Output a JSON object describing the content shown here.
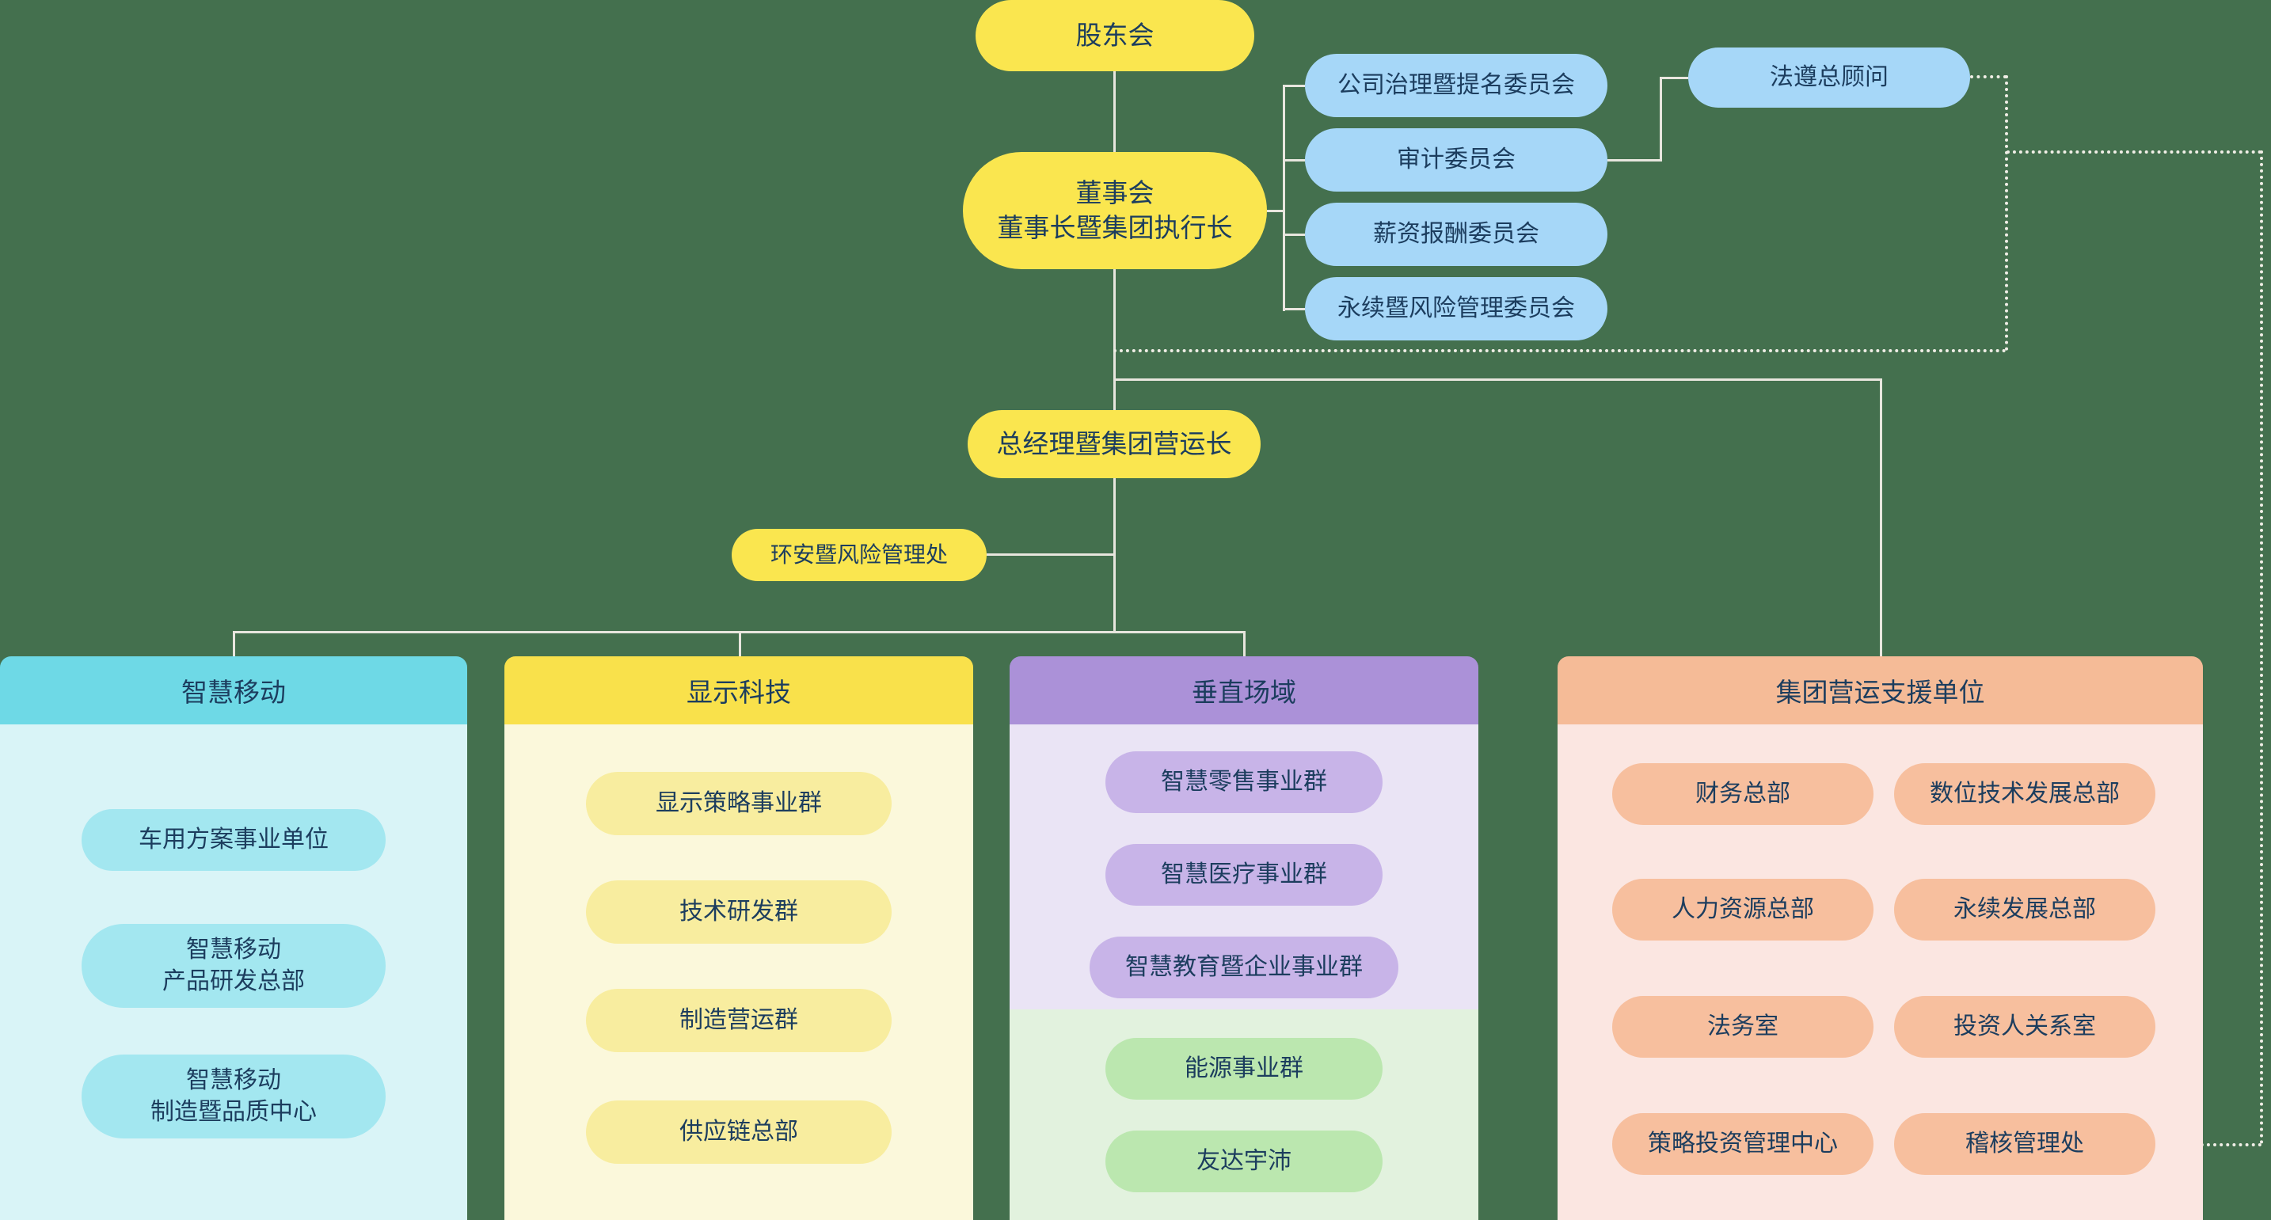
{
  "palette": {
    "background": "#44704E",
    "yellow_node": "#FAE64F",
    "blue_node": "#A6D7F8",
    "text": "#1C3D5E",
    "connector_solid": "#E8E6DE",
    "connector_dotted": "#F0EEE6",
    "cyan_header": "#6ED9E6",
    "cyan_body": "#D9F4F7",
    "cyan_pill": "#A3E7F0",
    "yellow_header": "#F9E14B",
    "yellow_body": "#FBF8DB",
    "yellow_pill": "#F8ED9F",
    "purple_header": "#AB91D8",
    "purple_body": "#EAE4F5",
    "purple_pill": "#C8B4E8",
    "green_body": "#E2F2DE",
    "green_pill": "#BBE7AF",
    "peach_header": "#F5BB97",
    "peach_body": "#FBE6E1",
    "peach_pill": "#F7BF9E"
  },
  "governance": {
    "shareholders": "股东会",
    "board": "董事会\n董事长暨集团执行长",
    "committees": [
      "公司治理暨提名委员会",
      "审计委员会",
      "薪资报酬委员会",
      "永续暨风险管理委员会"
    ],
    "compliance_advisor": "法遵总顾问",
    "president": "总经理暨集团营运长",
    "esh_risk_division": "环安暨风险管理处"
  },
  "divisions": [
    {
      "title": "智慧移动",
      "units": [
        "车用方案事业单位",
        "智慧移动\n产品研发总部",
        "智慧移动\n制造暨品质中心"
      ]
    },
    {
      "title": "显示科技",
      "units": [
        "显示策略事业群",
        "技术研发群",
        "制造营运群",
        "供应链总部"
      ]
    },
    {
      "title": "垂直场域",
      "units": [
        "智慧零售事业群",
        "智慧医疗事业群",
        "智慧教育暨企业事业群"
      ],
      "green_units": [
        "能源事业群",
        "友达宇沛"
      ]
    },
    {
      "title": "集团营运支援单位",
      "units_left": [
        "财务总部",
        "人力资源总部",
        "法务室",
        "策略投资管理中心"
      ],
      "units_right": [
        "数位技术发展总部",
        "永续发展总部",
        "投资人关系室",
        "稽核管理处"
      ]
    }
  ]
}
